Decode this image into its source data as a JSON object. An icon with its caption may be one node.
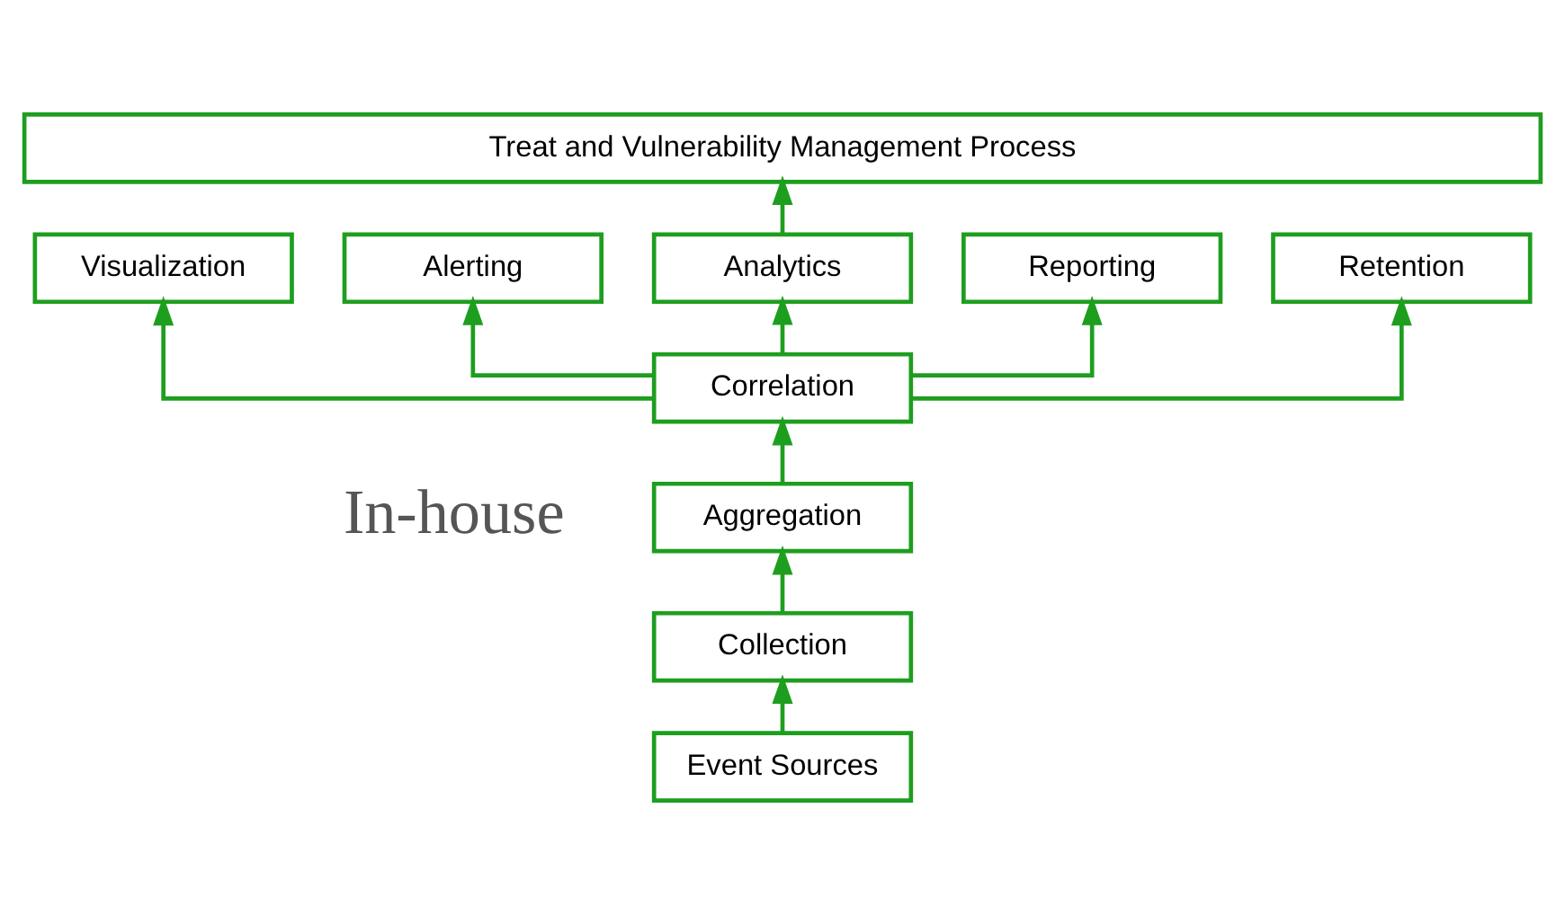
{
  "diagram": {
    "nodes": [
      {
        "text": [
          "Treat and Vulnerability Management Process"
        ]
      },
      {
        "text": [
          "Visualization"
        ]
      },
      {
        "text": [
          "Alerting"
        ]
      },
      {
        "text": [
          "Analytics"
        ]
      },
      {
        "text": [
          "Reporting"
        ]
      },
      {
        "text": [
          "Retention"
        ]
      },
      {
        "text": [
          "Correlation"
        ]
      },
      {
        "text": [
          "Aggregation"
        ]
      },
      {
        "text": [
          "Collection"
        ]
      },
      {
        "text": [
          "Event Sources"
        ]
      }
    ],
    "edges": [
      {
        "from": 9,
        "to": 8,
        "arrow": "to"
      },
      {
        "from": 8,
        "to": 7,
        "arrow": "to"
      },
      {
        "from": 7,
        "to": 6,
        "arrow": "to"
      },
      {
        "from": 6,
        "to": 1,
        "arrow": "to"
      },
      {
        "from": 6,
        "to": 2,
        "arrow": "to"
      },
      {
        "from": 6,
        "to": 3,
        "arrow": "to"
      },
      {
        "from": 6,
        "to": 4,
        "arrow": "to"
      },
      {
        "from": 6,
        "to": 5,
        "arrow": "to"
      },
      {
        "from": 3,
        "to": 0,
        "arrow": "to"
      }
    ],
    "labels": [
      "In-house"
    ]
  }
}
